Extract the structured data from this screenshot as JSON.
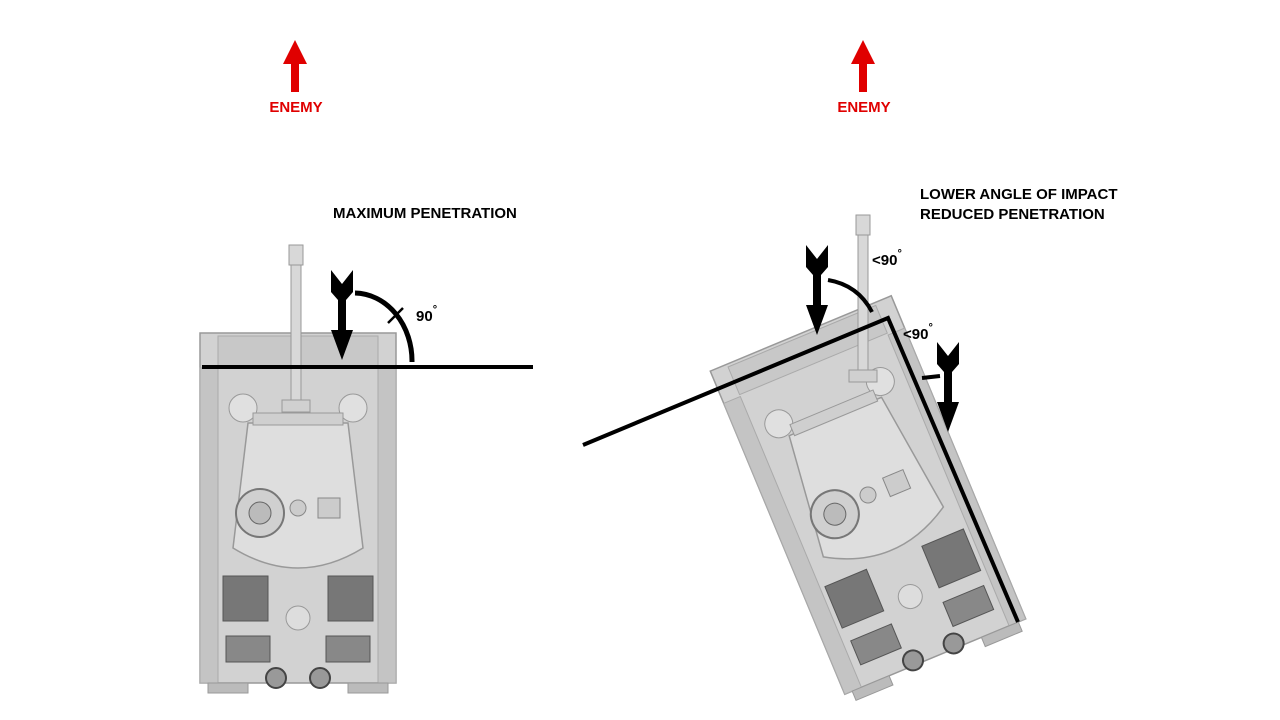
{
  "left": {
    "enemy_label": "ENEMY",
    "title": "MAXIMUM PENETRATION",
    "angle_label": "90",
    "degree_mark": "°"
  },
  "right": {
    "enemy_label": "ENEMY",
    "title_line1": "LOWER ANGLE OF IMPACT",
    "title_line2": "REDUCED PENETRATION",
    "angle_label_1": "<90",
    "angle_label_2": "<90",
    "degree_mark": "°"
  },
  "colors": {
    "enemy": "#e00000",
    "line": "#000000",
    "tank": "#d4d4d4"
  }
}
